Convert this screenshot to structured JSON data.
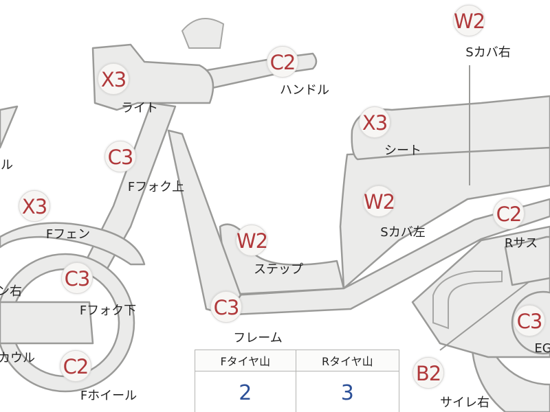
{
  "colors": {
    "grade_text": "#b0393b",
    "table_value": "#2b4f97",
    "part_fill": "#ebebea",
    "part_stroke": "#9a9a98"
  },
  "parts": [
    {
      "id": "light",
      "grade": "X3",
      "label": "ライト"
    },
    {
      "id": "handle",
      "grade": "C2",
      "label": "ハンドル"
    },
    {
      "id": "side-cover-right",
      "grade": "W2",
      "label": "Sカバ右"
    },
    {
      "id": "partial-left",
      "grade": "",
      "label": "ル"
    },
    {
      "id": "seat",
      "grade": "X3",
      "label": "シート"
    },
    {
      "id": "front-fork-upper",
      "grade": "C3",
      "label": "Fフォク上"
    },
    {
      "id": "side-cover-left",
      "grade": "W2",
      "label": "Sカバ左"
    },
    {
      "id": "front-fender",
      "grade": "X3",
      "label": "Fフェン"
    },
    {
      "id": "step",
      "grade": "W2",
      "label": "ステップ"
    },
    {
      "id": "rear-suspension",
      "grade": "C2",
      "label": "Rサス"
    },
    {
      "id": "partial-right",
      "grade": "",
      "label": "ン右"
    },
    {
      "id": "front-fork-lower",
      "grade": "C3",
      "label": "Fフォク下"
    },
    {
      "id": "frame",
      "grade": "C3",
      "label": "フレーム"
    },
    {
      "id": "engine",
      "grade": "C3",
      "label": "EG"
    },
    {
      "id": "cowl",
      "grade": "",
      "label": "カウル"
    },
    {
      "id": "front-wheel",
      "grade": "C2",
      "label": "Fホイール"
    },
    {
      "id": "muffler-right",
      "grade": "B2",
      "label": "サイレ右"
    }
  ],
  "tire_table": {
    "headers": [
      "Fタイヤ山",
      "Rタイヤ山"
    ],
    "values": [
      "2",
      "3"
    ]
  }
}
